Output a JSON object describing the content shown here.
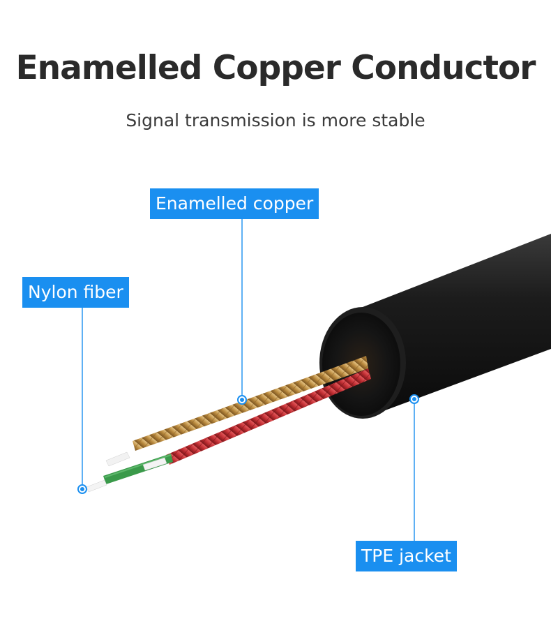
{
  "heading": {
    "title": "Enamelled Copper Conductor",
    "subtitle": "Signal transmission is more stable"
  },
  "callouts": {
    "enamelled_copper": "Enamelled copper",
    "nylon_fiber": "Nylon fiber",
    "tpe_jacket": "TPE jacket"
  },
  "colors": {
    "callout_bg": "#1a8ff0",
    "jacket": "#141414",
    "copper_gold": "#c9a05a",
    "copper_red": "#c8363a",
    "fiber_green": "#3a9a4a",
    "fiber_white": "#f4f4f4"
  }
}
